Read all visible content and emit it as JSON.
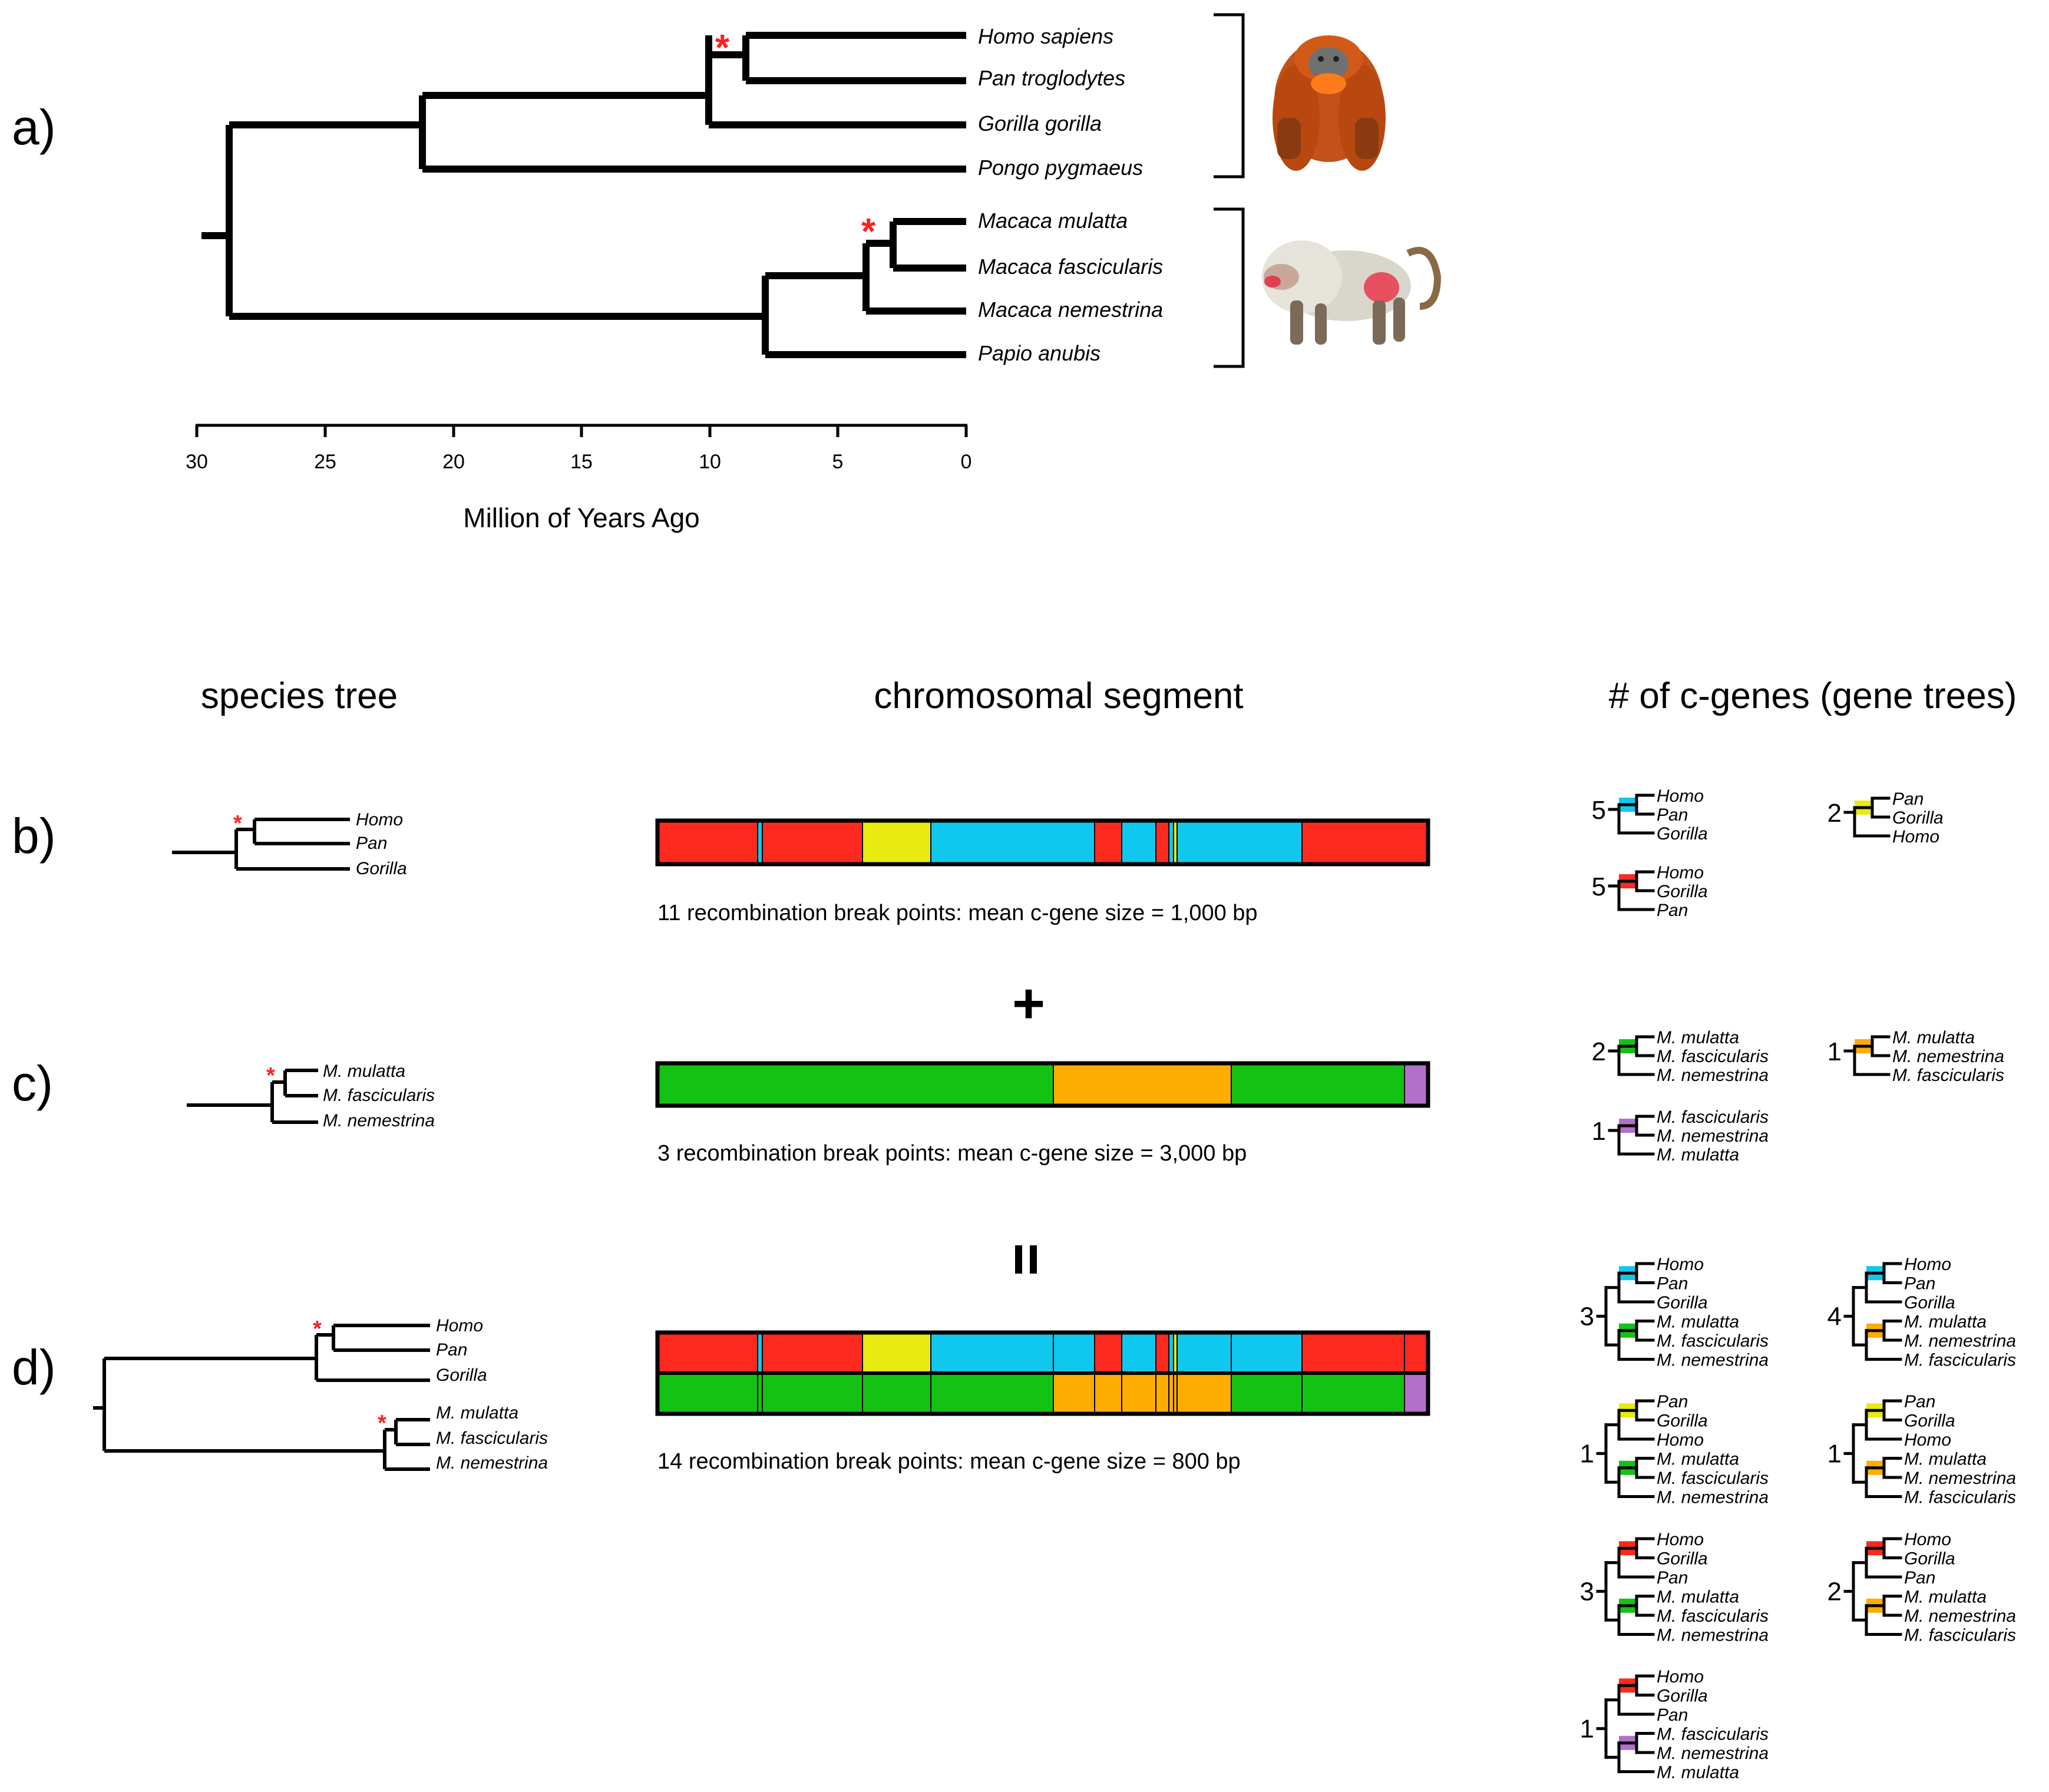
{
  "panel_labels": {
    "a": "a)",
    "b": "b)",
    "c": "c)",
    "d": "d)"
  },
  "star_symbol": "*",
  "panel_a": {
    "taxa": [
      "Homo sapiens",
      "Pan troglodytes",
      "Gorilla gorilla",
      "Pongo pygmaeus",
      "Macaca mulatta",
      "Macaca fascicularis",
      "Macaca nemestrina",
      "Papio anubis"
    ],
    "axis_ticks": [
      "30",
      "25",
      "20",
      "15",
      "10",
      "5",
      "0"
    ],
    "axis_label": "Million of Years Ago",
    "illustrations": [
      "orangutan-illustration",
      "baboon-illustration"
    ]
  },
  "headers": {
    "species_tree": "species tree",
    "chromosomal_segment": "chromosomal segment",
    "gene_trees": "# of c-genes (gene trees)"
  },
  "panel_b": {
    "taxa": [
      "Homo",
      "Pan",
      "Gorilla"
    ],
    "caption": "11 recombination break points:  mean c-gene size = 1,000 bp"
  },
  "operator_plus": "+",
  "operator_equals": "=",
  "panel_c": {
    "taxa": [
      "M. mulatta",
      "M. fascicularis",
      "M. nemestrina"
    ],
    "caption": "3 recombination break points:  mean c-gene size = 3,000 bp"
  },
  "panel_d": {
    "taxa": [
      "Homo",
      "Pan",
      "Gorilla",
      "M. mulatta",
      "M. fascicularis",
      "M. nemestrina"
    ],
    "caption": "14 recombination break points:  mean c-gene size = 800 bp"
  },
  "colors": {
    "red": "#ff2a1f",
    "yellow": "#e8ea10",
    "cyan": "#10c8ee",
    "green": "#14c214",
    "orange": "#ffac00",
    "purple": "#b370c8",
    "star": "#ff2020"
  },
  "gene_tree_counts": {
    "b": [
      {
        "count": "5",
        "taxa": [
          "Homo",
          "Pan",
          "Gorilla"
        ],
        "color": "cyan"
      },
      {
        "count": "2",
        "taxa": [
          "Pan",
          "Gorilla",
          "Homo"
        ],
        "color": "yellow"
      },
      {
        "count": "5",
        "taxa": [
          "Homo",
          "Gorilla",
          "Pan"
        ],
        "color": "red"
      }
    ],
    "c": [
      {
        "count": "2",
        "taxa": [
          "M. mulatta",
          "M. fascicularis",
          "M. nemestrina"
        ],
        "color": "green"
      },
      {
        "count": "1",
        "taxa": [
          "M. mulatta",
          "M. nemestrina",
          "M. fascicularis"
        ],
        "color": "orange"
      },
      {
        "count": "1",
        "taxa": [
          "M. fascicularis",
          "M. nemestrina",
          "M. mulatta"
        ],
        "color": "purple"
      }
    ],
    "d": [
      {
        "count": "3",
        "taxa": [
          "Homo",
          "Pan",
          "Gorilla",
          "M. mulatta",
          "M. fascicularis",
          "M. nemestrina"
        ],
        "colors": [
          "cyan",
          "green"
        ]
      },
      {
        "count": "4",
        "taxa": [
          "Homo",
          "Pan",
          "Gorilla",
          "M. mulatta",
          "M. nemestrina",
          "M. fascicularis"
        ],
        "colors": [
          "cyan",
          "orange"
        ]
      },
      {
        "count": "1",
        "taxa": [
          "Pan",
          "Gorilla",
          "Homo",
          "M. mulatta",
          "M. fascicularis",
          "M. nemestrina"
        ],
        "colors": [
          "yellow",
          "green"
        ]
      },
      {
        "count": "1",
        "taxa": [
          "Pan",
          "Gorilla",
          "Homo",
          "M. mulatta",
          "M. nemestrina",
          "M. fascicularis"
        ],
        "colors": [
          "yellow",
          "orange"
        ]
      },
      {
        "count": "3",
        "taxa": [
          "Homo",
          "Gorilla",
          "Pan",
          "M. mulatta",
          "M. fascicularis",
          "M. nemestrina"
        ],
        "colors": [
          "red",
          "green"
        ]
      },
      {
        "count": "2",
        "taxa": [
          "Homo",
          "Gorilla",
          "Pan",
          "M. mulatta",
          "M. nemestrina",
          "M. fascicularis"
        ],
        "colors": [
          "red",
          "orange"
        ]
      },
      {
        "count": "1",
        "taxa": [
          "Homo",
          "Gorilla",
          "Pan",
          "M. fascicularis",
          "M. nemestrina",
          "M. mulatta"
        ],
        "colors": [
          "red",
          "purple"
        ]
      }
    ]
  }
}
